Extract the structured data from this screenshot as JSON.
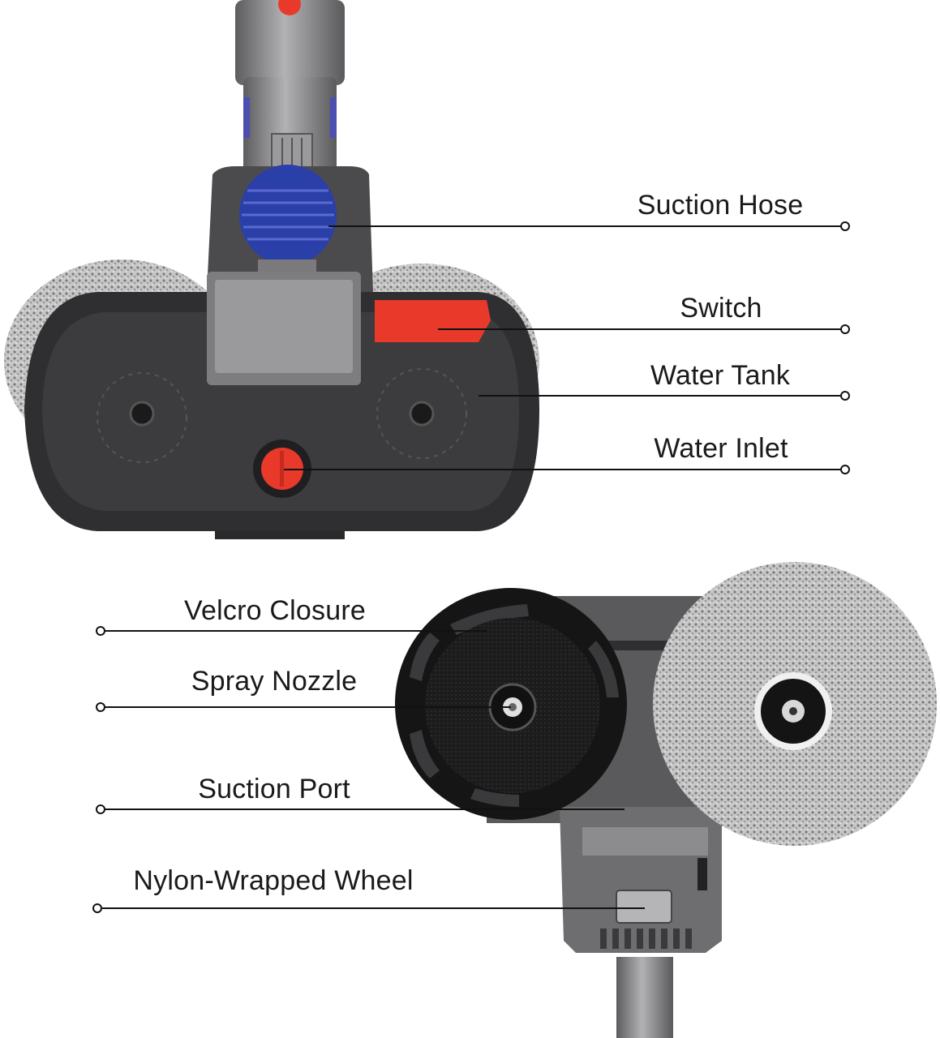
{
  "diagram": {
    "type": "annotated-product-diagram",
    "subject": "Electric mop attachment for stick vacuum",
    "top_view": {
      "labels": [
        {
          "id": "suction-hose",
          "text": "Suction Hose"
        },
        {
          "id": "switch",
          "text": "Switch"
        },
        {
          "id": "water-tank",
          "text": "Water Tank"
        },
        {
          "id": "water-inlet",
          "text": "Water Inlet"
        }
      ]
    },
    "bottom_view": {
      "labels": [
        {
          "id": "velcro-closure",
          "text": "Velcro Closure"
        },
        {
          "id": "spray-nozzle",
          "text": "Spray Nozzle"
        },
        {
          "id": "suction-port",
          "text": "Suction Port"
        },
        {
          "id": "nylon-wrapped-wheel",
          "text": "Nylon-Wrapped Wheel"
        }
      ]
    },
    "colors": {
      "body_dark": "#3a3a3c",
      "grey_plastic": "#8a8a8c",
      "accent_red": "#e8392a",
      "accent_blue": "#2b3fa8",
      "mop_pad": "#bdbdbd",
      "line": "#111111"
    }
  }
}
